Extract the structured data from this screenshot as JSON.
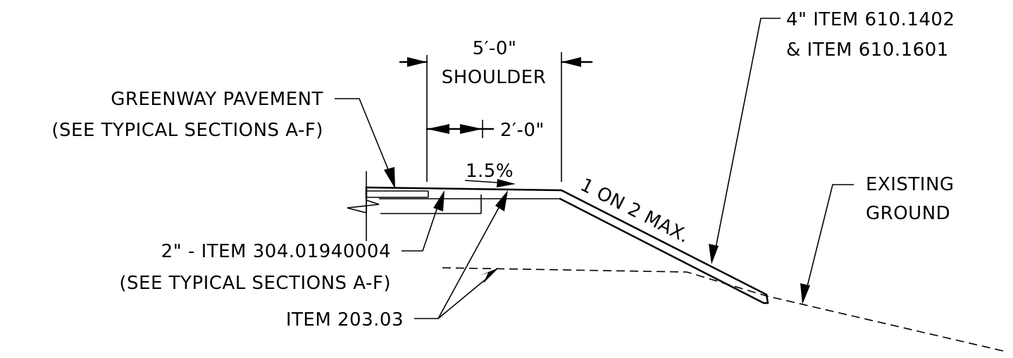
{
  "labels": {
    "shoulder_dim": "5′-0\"",
    "shoulder": "SHOULDER",
    "two_ft_dim": "2′-0\"",
    "slope_pct": "1.5%",
    "side_slope": "1 ON 2 MAX.",
    "greenway_line1": "GREENWAY PAVEMENT",
    "greenway_line2": "(SEE TYPICAL SECTIONS A-F)",
    "item304_line1": "2\" - ITEM 304.01940004",
    "item304_line2": "(SEE TYPICAL SECTIONS A-F)",
    "item203": "ITEM 203.03",
    "item610_line1": "4\" ITEM 610.1402",
    "item610_line2": "& ITEM 610.1601",
    "existing_line1": "EXISTING",
    "existing_line2": "GROUND"
  }
}
